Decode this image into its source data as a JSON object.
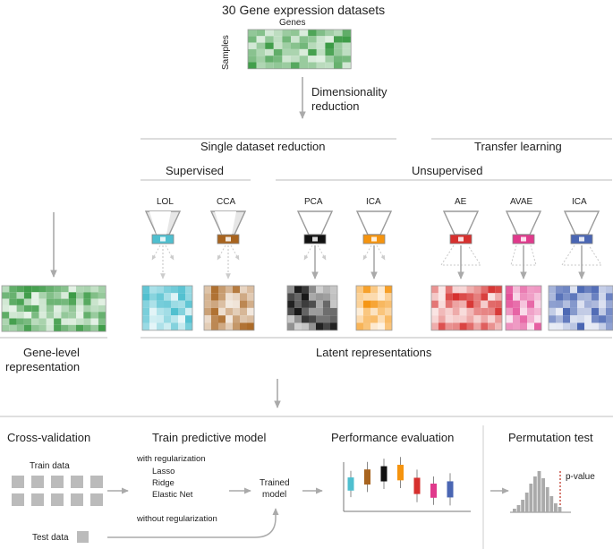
{
  "header": {
    "title": "30 Gene expression datasets",
    "genes_label": "Genes",
    "samples_label": "Samples",
    "dimred_line1": "Dimensionality",
    "dimred_line2": "reduction"
  },
  "groups": {
    "single": "Single dataset reduction",
    "transfer": "Transfer learning",
    "supervised": "Supervised",
    "unsupervised": "Unsupervised"
  },
  "methods": [
    {
      "label": "LOL",
      "color": "#4fbfcf"
    },
    {
      "label": "CCA",
      "color": "#a8641f"
    },
    {
      "label": "PCA",
      "color": "#111111"
    },
    {
      "label": "ICA",
      "color": "#f5940f"
    },
    {
      "label": "AE",
      "color": "#d6302e"
    },
    {
      "label": "AVAE",
      "color": "#e03a8c"
    },
    {
      "label": "ICA",
      "color": "#4a66b3"
    }
  ],
  "representations": {
    "gene_level_line1": "Gene-level",
    "gene_level_line2": "representation",
    "latent": "Latent representations"
  },
  "bottom": {
    "crossval": {
      "title": "Cross-validation",
      "train": "Train data",
      "test": "Test data"
    },
    "train_model": {
      "title": "Train predictive model",
      "with_reg": "with regularization",
      "lasso": "Lasso",
      "ridge": "Ridge",
      "elastic": "Elastic Net",
      "without_reg": "without regularization",
      "trained_line1": "Trained",
      "trained_line2": "model"
    },
    "performance": {
      "title": "Performance evaluation"
    },
    "permutation": {
      "title": "Permutation test",
      "pvalue": "p-value"
    }
  },
  "colors": {
    "green": "#3a9a44",
    "arrow_gray": "#aaaaaa",
    "line_gray": "#bbbbbb"
  }
}
